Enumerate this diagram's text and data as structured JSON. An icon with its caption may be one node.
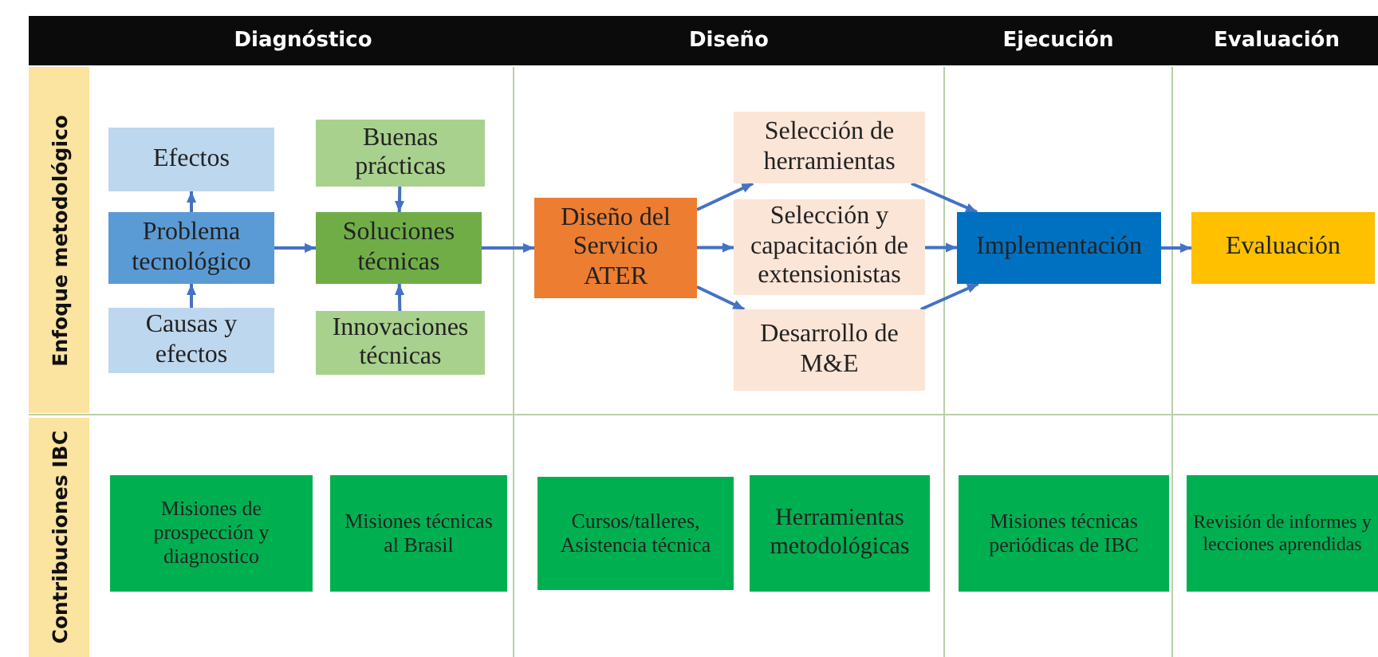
{
  "diagram": {
    "nodes": [
      {
        "text": [
          "Efectos"
        ]
      },
      {
        "text": [
          "Problema tecnológico"
        ]
      },
      {
        "text": [
          "Causas y efectos"
        ]
      },
      {
        "text": [
          "Buenas prácticas"
        ]
      },
      {
        "text": [
          "Soluciones técnicas"
        ]
      },
      {
        "text": [
          "Innovaciones técnicas"
        ]
      },
      {
        "text": [
          "Diseño del Servicio ATER"
        ]
      },
      {
        "text": [
          "Selección de herramientas"
        ]
      },
      {
        "text": [
          "Selección y capacitación de extensionistas"
        ]
      },
      {
        "text": [
          "Desarrollo de M&E"
        ]
      },
      {
        "text": [
          "Implementación"
        ]
      },
      {
        "text": [
          "Evaluación"
        ]
      },
      {
        "text": [
          "Misiones de prospección y diagnostico"
        ]
      },
      {
        "text": [
          "Misiones técnicas al Brasil"
        ]
      },
      {
        "text": [
          "Cursos/talleres, Asistencia técnica"
        ]
      },
      {
        "text": [
          "Herramientas metodológicas"
        ]
      },
      {
        "text": [
          "Misiones técnicas periódicas de IBC"
        ]
      },
      {
        "text": [
          "Revisión de informes y lecciones aprendidas"
        ]
      }
    ],
    "edges": [
      {
        "from": 1,
        "to": 0,
        "arrow": "to"
      },
      {
        "from": 2,
        "to": 1,
        "arrow": "to"
      },
      {
        "from": 1,
        "to": 4,
        "arrow": "to"
      },
      {
        "from": 3,
        "to": 4,
        "arrow": "to"
      },
      {
        "from": 5,
        "to": 4,
        "arrow": "to"
      },
      {
        "from": 4,
        "to": 6,
        "arrow": "to"
      },
      {
        "from": 6,
        "to": 7,
        "arrow": "to"
      },
      {
        "from": 6,
        "to": 8,
        "arrow": "to"
      },
      {
        "from": 6,
        "to": 9,
        "arrow": "to"
      },
      {
        "from": 7,
        "to": 10,
        "arrow": "to"
      },
      {
        "from": 8,
        "to": 10,
        "arrow": "to"
      },
      {
        "from": 9,
        "to": 10,
        "arrow": "to"
      },
      {
        "from": 10,
        "to": 11,
        "arrow": "to"
      }
    ],
    "labels": [
      "Diagnóstico",
      "Diseño",
      "Ejecución",
      "Evaluación",
      "Enfoque metodológico",
      "Contribuciones IBC"
    ]
  }
}
